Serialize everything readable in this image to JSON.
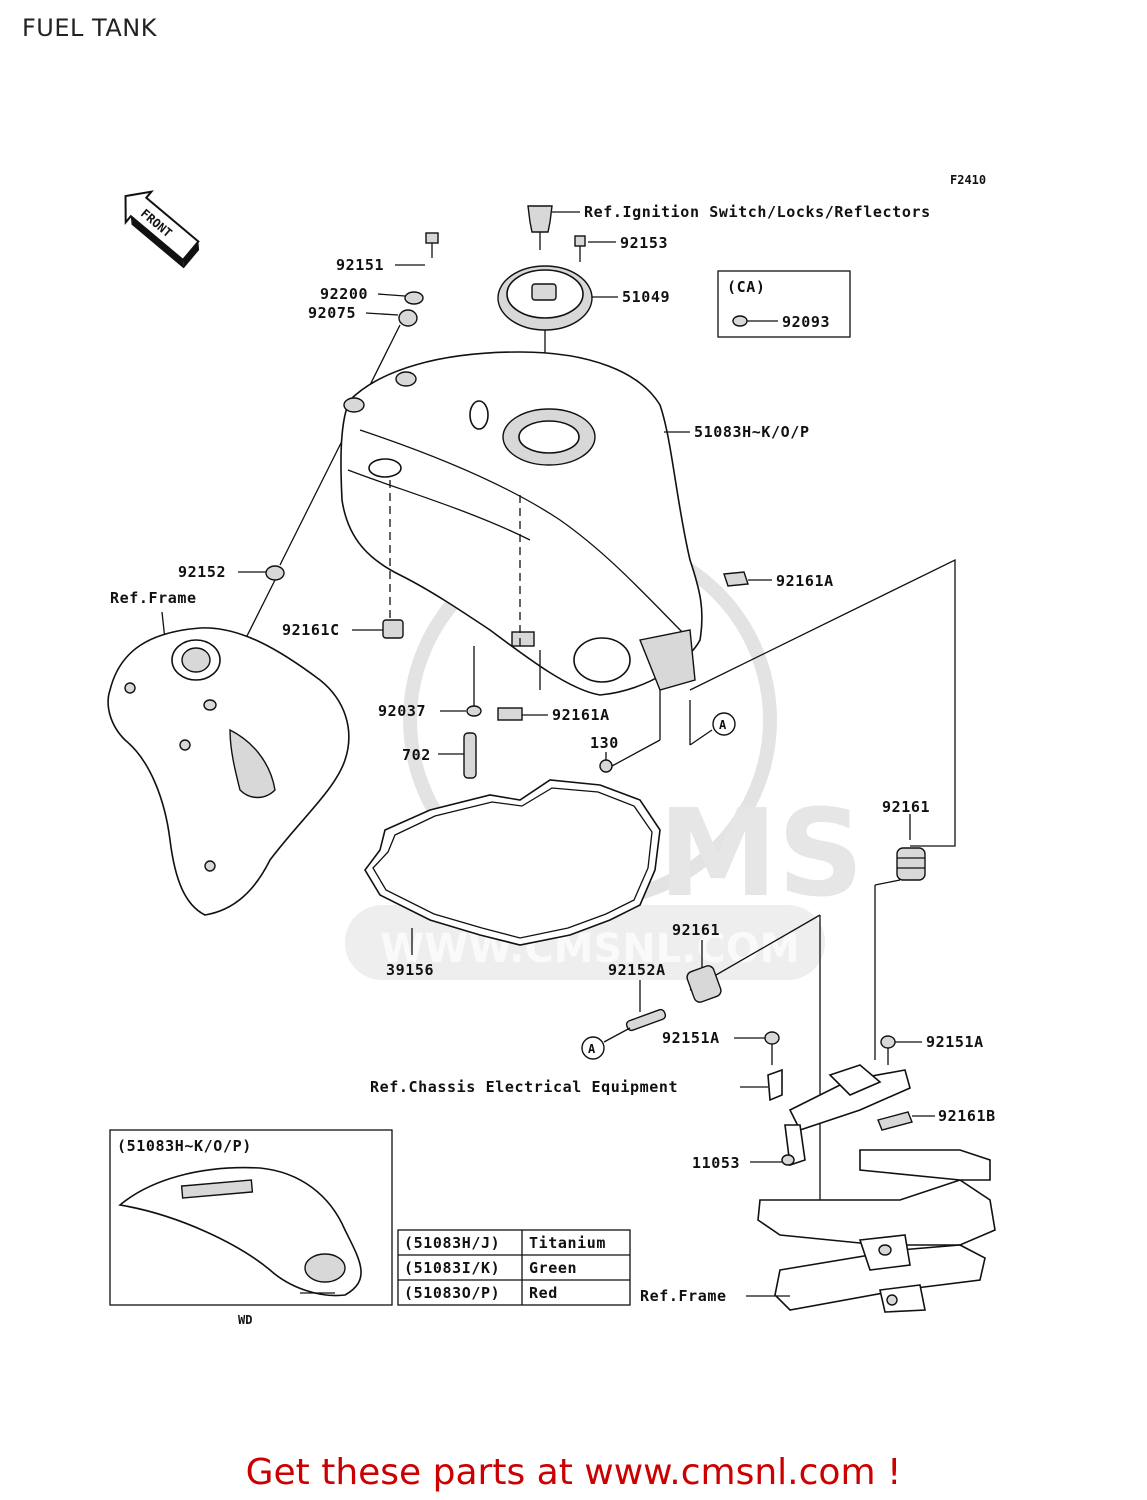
{
  "header": {
    "title": "FUEL TANK"
  },
  "diagram": {
    "code": "F2410",
    "front_marker": "FRONT",
    "callouts": {
      "ignition_ref": "Ref.Ignition Switch/Locks/Reflectors",
      "p92153": "92153",
      "p51049": "51049",
      "ca_header": "(CA)",
      "p92093": "92093",
      "p92151": "92151",
      "p92200": "92200",
      "p92075": "92075",
      "p51083": "51083H~K/O/P",
      "p92161A_top": "92161A",
      "p92152": "92152",
      "ref_frame_top": "Ref.Frame",
      "p92161C": "92161C",
      "p92037": "92037",
      "p92161A_mid": "92161A",
      "p130": "130",
      "marker_a1": "A",
      "p702": "702",
      "p92161_right": "92161",
      "p39156": "39156",
      "p92161_mid": "92161",
      "p92152A": "92152A",
      "marker_a2": "A",
      "p92151A_left": "92151A",
      "p92151A_right": "92151A",
      "chassis_ref": "Ref.Chassis Electrical Equipment",
      "p92161B": "92161B",
      "p11053": "11053",
      "ref_frame_bottom": "Ref.Frame"
    },
    "inset": {
      "header": "(51083H~K/O/P)",
      "caption": "WD",
      "color_table": [
        {
          "code": "(51083H/J)",
          "color": "Titanium"
        },
        {
          "code": "(51083I/K)",
          "color": "Green"
        },
        {
          "code": "(51083O/P)",
          "color": "Red"
        }
      ]
    },
    "watermark": {
      "brand": "CMS",
      "url": "WWW.CMSNL.COM"
    }
  },
  "footer": {
    "link_text": "Get these parts at www.cmsnl.com !"
  },
  "colors": {
    "footer_text": "#cc0000",
    "line_art": "#111111"
  }
}
